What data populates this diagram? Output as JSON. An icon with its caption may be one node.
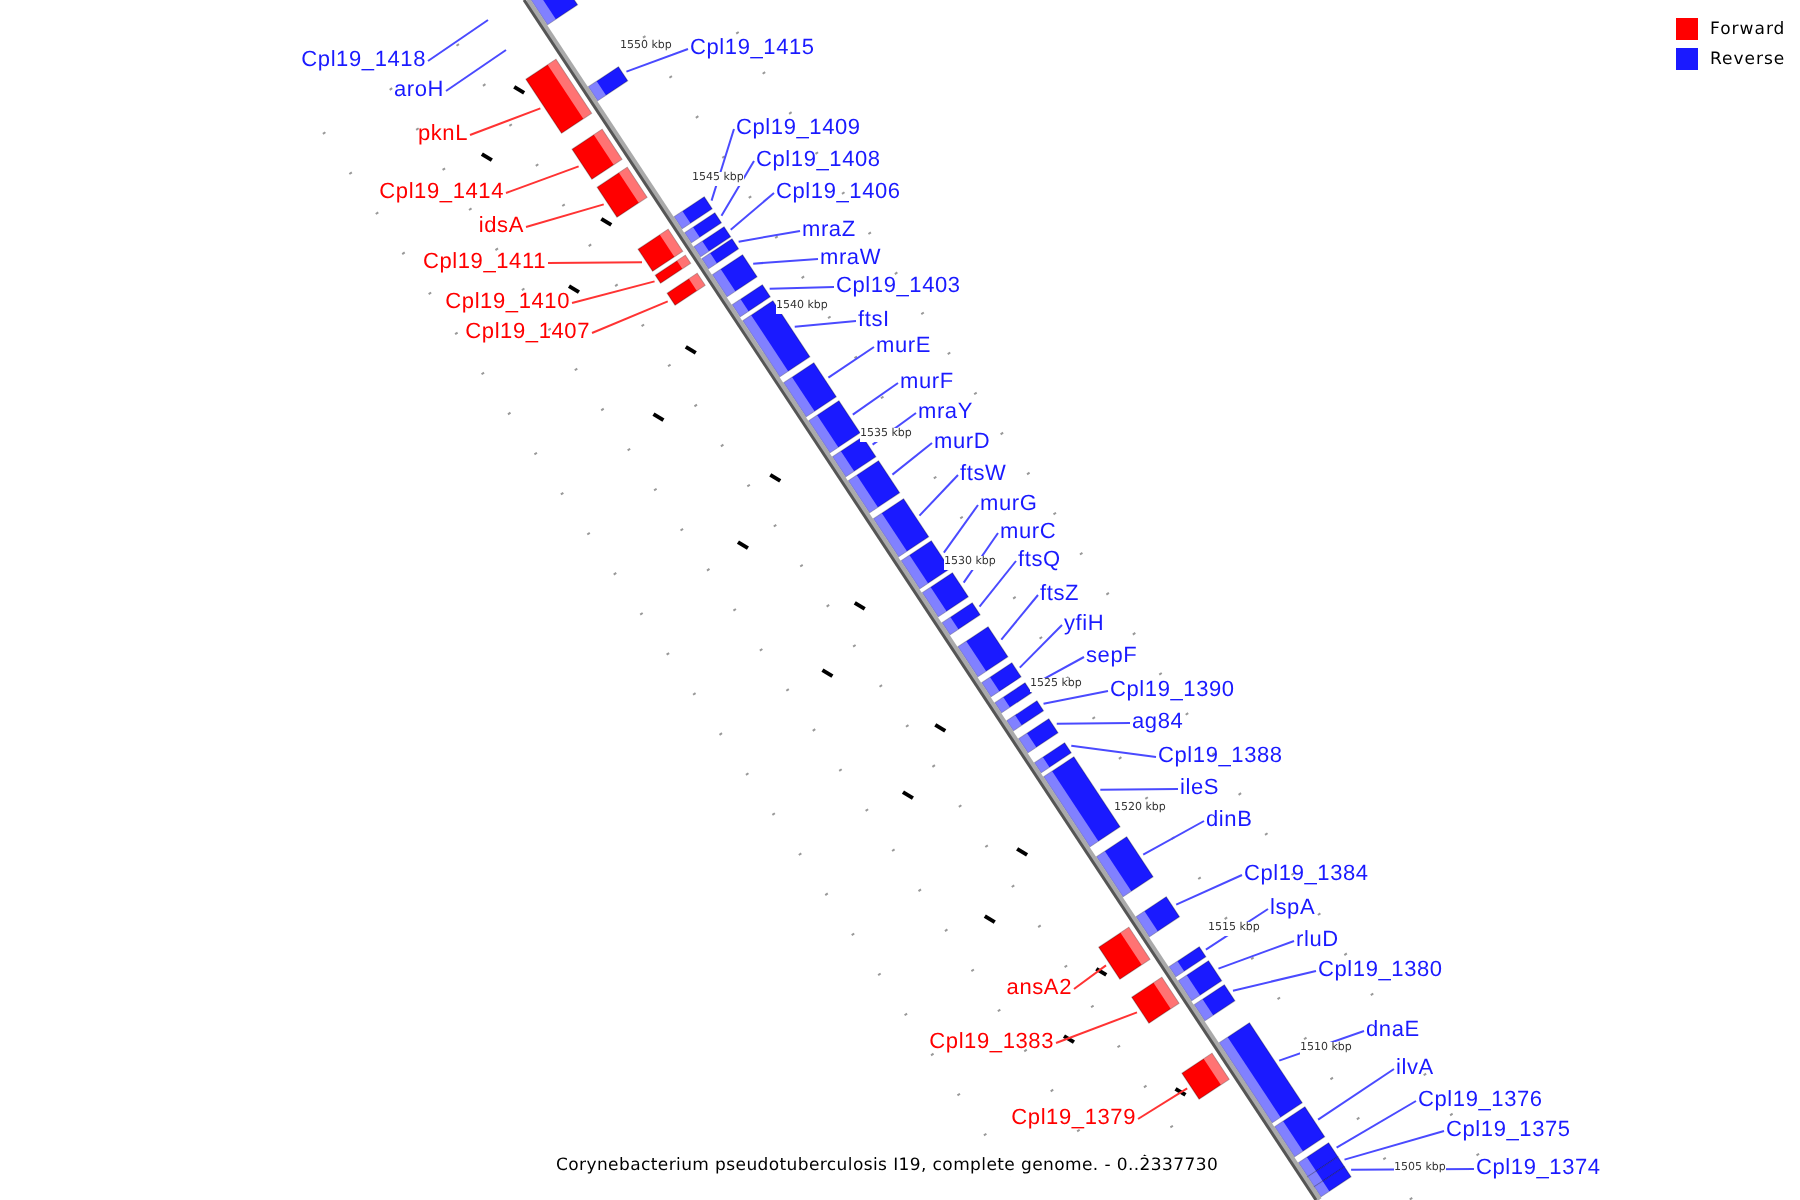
{
  "diagram": {
    "caption": "Corynebacterium pseudotuberculosis I19, complete genome. - 0..2337730",
    "nodes": [
      {
        "text": [
          "Cpl19_1415"
        ]
      },
      {
        "text": [
          "Cpl19_1418"
        ]
      },
      {
        "text": [
          "aroH"
        ]
      },
      {
        "text": [
          "Cpl19_1409"
        ]
      },
      {
        "text": [
          "pknL"
        ]
      },
      {
        "text": [
          "Cpl19_1408"
        ]
      },
      {
        "text": [
          "Cpl19_1414"
        ]
      },
      {
        "text": [
          "Cpl19_1406"
        ]
      },
      {
        "text": [
          "idsA"
        ]
      },
      {
        "text": [
          "mraZ"
        ]
      },
      {
        "text": [
          "mraW"
        ]
      },
      {
        "text": [
          "Cpl19_1411"
        ]
      },
      {
        "text": [
          "Cpl19_1403"
        ]
      },
      {
        "text": [
          "Cpl19_1410"
        ]
      },
      {
        "text": [
          "ftsI"
        ]
      },
      {
        "text": [
          "Cpl19_1407"
        ]
      },
      {
        "text": [
          "murE"
        ]
      },
      {
        "text": [
          "murF"
        ]
      },
      {
        "text": [
          "mraY"
        ]
      },
      {
        "text": [
          "murD"
        ]
      },
      {
        "text": [
          "ftsW"
        ]
      },
      {
        "text": [
          "murG"
        ]
      },
      {
        "text": [
          "murC"
        ]
      },
      {
        "text": [
          "ftsQ"
        ]
      },
      {
        "text": [
          "ftsZ"
        ]
      },
      {
        "text": [
          "yfiH"
        ]
      },
      {
        "text": [
          "sepF"
        ]
      },
      {
        "text": [
          "Cpl19_1390"
        ]
      },
      {
        "text": [
          "ag84"
        ]
      },
      {
        "text": [
          "Cpl19_1388"
        ]
      },
      {
        "text": [
          "ileS"
        ]
      },
      {
        "text": [
          "dinB"
        ]
      },
      {
        "text": [
          "Cpl19_1384"
        ]
      },
      {
        "text": [
          "lspA"
        ]
      },
      {
        "text": [
          "rluD"
        ]
      },
      {
        "text": [
          "Cpl19_1380"
        ]
      },
      {
        "text": [
          "ansA2"
        ]
      },
      {
        "text": [
          "dnaE"
        ]
      },
      {
        "text": [
          "Cpl19_1383"
        ]
      },
      {
        "text": [
          "ilvA"
        ]
      },
      {
        "text": [
          "Cpl19_1376"
        ]
      },
      {
        "text": [
          "Cpl19_1379"
        ]
      },
      {
        "text": [
          "Cpl19_1375"
        ]
      },
      {
        "text": [
          "Cpl19_1374"
        ]
      },
      {
        "text": [],
        "shape": "box"
      },
      {
        "text": [],
        "shape": "box"
      },
      {
        "text": [],
        "shape": "box"
      },
      {
        "text": [],
        "shape": "box"
      },
      {
        "text": [],
        "shape": "box"
      },
      {
        "text": [],
        "shape": "box"
      },
      {
        "text": [],
        "shape": "box"
      },
      {
        "text": [],
        "shape": "box"
      },
      {
        "text": [],
        "shape": "box"
      },
      {
        "text": [],
        "shape": "box"
      },
      {
        "text": [],
        "shape": "box"
      },
      {
        "text": [],
        "shape": "box"
      },
      {
        "text": [],
        "shape": "box"
      },
      {
        "text": [],
        "shape": "box"
      },
      {
        "text": [],
        "shape": "box"
      },
      {
        "text": [],
        "shape": "box"
      },
      {
        "text": [],
        "shape": "box"
      },
      {
        "text": [],
        "shape": "box"
      },
      {
        "text": [],
        "shape": "box"
      },
      {
        "text": [],
        "shape": "box"
      },
      {
        "text": [],
        "shape": "box"
      },
      {
        "text": [],
        "shape": "box"
      },
      {
        "text": [],
        "shape": "box"
      },
      {
        "text": [],
        "shape": "box"
      },
      {
        "text": [],
        "shape": "box"
      },
      {
        "text": [],
        "shape": "box"
      },
      {
        "text": [],
        "shape": "box"
      },
      {
        "text": [],
        "shape": "box"
      },
      {
        "text": [],
        "shape": "box"
      },
      {
        "text": [],
        "shape": "box"
      },
      {
        "text": [],
        "shape": "box"
      },
      {
        "text": [],
        "shape": "box"
      },
      {
        "text": [],
        "shape": "box"
      },
      {
        "text": [],
        "shape": "box"
      },
      {
        "text": [],
        "shape": "box"
      },
      {
        "text": [],
        "shape": "box"
      },
      {
        "text": [],
        "shape": "box"
      },
      {
        "text": [],
        "shape": "box"
      },
      {
        "text": [],
        "shape": "box"
      },
      {
        "text": [],
        "shape": "box"
      },
      {
        "text": [],
        "shape": "box"
      },
      {
        "text": [],
        "shape": "box"
      },
      {
        "text": [],
        "shape": "box"
      }
    ],
    "edges": [
      {
        "from": 0,
        "to": 46,
        "arrow": "none"
      },
      {
        "from": 1,
        "to": null,
        "arrow": "none"
      },
      {
        "from": 2,
        "to": null,
        "arrow": "none"
      },
      {
        "from": 3,
        "to": 49,
        "arrow": "none"
      },
      {
        "from": 4,
        "to": 45,
        "arrow": "none",
        "color": "#ff3333"
      },
      {
        "from": 5,
        "to": 51,
        "arrow": "none"
      },
      {
        "from": 6,
        "to": 47,
        "arrow": "none",
        "color": "#ff3333"
      },
      {
        "from": 7,
        "to": 52,
        "arrow": "none"
      },
      {
        "from": 8,
        "to": 48,
        "arrow": "none",
        "color": "#ff3333"
      },
      {
        "from": 9,
        "to": 54,
        "arrow": "none"
      },
      {
        "from": 10,
        "to": 56,
        "arrow": "none"
      },
      {
        "from": 11,
        "to": 50,
        "arrow": "none",
        "color": "#ff3333"
      },
      {
        "from": 12,
        "to": 57,
        "arrow": "none"
      },
      {
        "from": 13,
        "to": 53,
        "arrow": "none",
        "color": "#ff3333"
      },
      {
        "from": 14,
        "to": 58,
        "arrow": "none"
      },
      {
        "from": 15,
        "to": 55,
        "arrow": "none",
        "color": "#ff3333"
      },
      {
        "from": 16,
        "to": 59,
        "arrow": "none"
      },
      {
        "from": 17,
        "to": 60,
        "arrow": "none"
      },
      {
        "from": 18,
        "to": 61,
        "arrow": "none"
      },
      {
        "from": 19,
        "to": 62,
        "arrow": "none"
      },
      {
        "from": 20,
        "to": 63,
        "arrow": "none"
      },
      {
        "from": 21,
        "to": 64,
        "arrow": "none"
      },
      {
        "from": 22,
        "to": 65,
        "arrow": "none"
      },
      {
        "from": 23,
        "to": 66,
        "arrow": "none"
      },
      {
        "from": 24,
        "to": 67,
        "arrow": "none"
      },
      {
        "from": 25,
        "to": 68,
        "arrow": "none"
      },
      {
        "from": 26,
        "to": 69,
        "arrow": "none"
      },
      {
        "from": 27,
        "to": 70,
        "arrow": "none"
      },
      {
        "from": 28,
        "to": 71,
        "arrow": "none"
      },
      {
        "from": 29,
        "to": 72,
        "arrow": "none"
      },
      {
        "from": 30,
        "to": 73,
        "arrow": "none"
      },
      {
        "from": 31,
        "to": 74,
        "arrow": "none"
      },
      {
        "from": 32,
        "to": 75,
        "arrow": "none"
      },
      {
        "from": 33,
        "to": 77,
        "arrow": "none"
      },
      {
        "from": 34,
        "to": 79,
        "arrow": "none"
      },
      {
        "from": 35,
        "to": 80,
        "arrow": "none"
      },
      {
        "from": 36,
        "to": 76,
        "arrow": "none",
        "color": "#ff3333"
      },
      {
        "from": 37,
        "to": 81,
        "arrow": "none"
      },
      {
        "from": 38,
        "to": 78,
        "arrow": "none",
        "color": "#ff3333"
      },
      {
        "from": 39,
        "to": 83,
        "arrow": "none"
      },
      {
        "from": 40,
        "to": 84,
        "arrow": "none"
      },
      {
        "from": 41,
        "to": 82,
        "arrow": "none",
        "color": "#ff3333"
      },
      {
        "from": 42,
        "to": 85,
        "arrow": "none"
      },
      {
        "from": 43,
        "to": 86,
        "arrow": "none"
      }
    ],
    "labels": [
      "1550 kbp",
      "1545 kbp",
      "1540 kbp",
      "1535 kbp",
      "1530 kbp",
      "1525 kbp",
      "1520 kbp",
      "1515 kbp",
      "1510 kbp",
      "1505 kbp"
    ],
    "legend": [
      {
        "text": "Forward",
        "color": "#ff0000"
      },
      {
        "text": "Reverse",
        "color": "#1a1aff"
      }
    ]
  }
}
